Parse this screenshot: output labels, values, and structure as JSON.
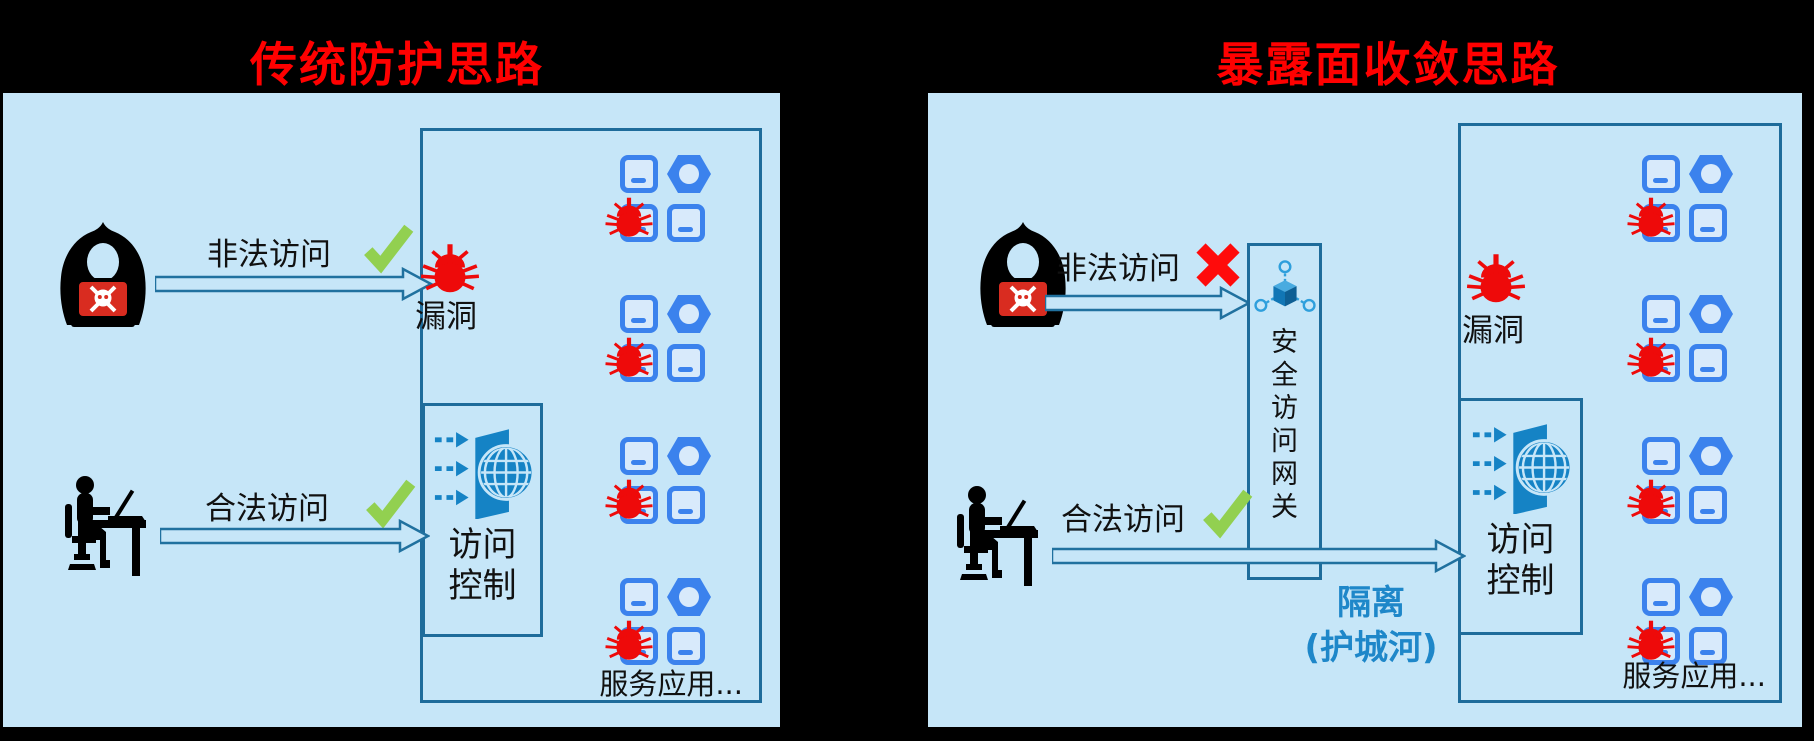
{
  "titles": {
    "left": "传统防护思路",
    "right": "暴露面收敛思路"
  },
  "left": {
    "illegal_label": "非法访问",
    "illegal_result": "allowed-check",
    "legal_label": "合法访问",
    "legal_result": "allowed-check",
    "vuln_label": "漏洞",
    "access_control": "访问控制",
    "services": "服务应用..."
  },
  "right": {
    "illegal_label": "非法访问",
    "illegal_result": "blocked-cross",
    "legal_label": "合法访问",
    "legal_result": "allowed-check",
    "vuln_label": "漏洞",
    "gateway": "安全访问网关",
    "access_control": "访问控制",
    "services": "服务应用...",
    "isolation": "隔离",
    "moat": "(护城河)"
  },
  "icons": {
    "hacker-icon": "hooded attacker with skull laptop ☠",
    "user-icon": "legitimate user at desk",
    "bug-icon": "vulnerability bug 🐞",
    "check-icon": "✓",
    "cross-icon": "✕",
    "app-icon": "application square",
    "service-hexagon-icon": "service hexagon",
    "access-control-icon": "globe behind door with incoming dashed arrows",
    "gateway-icon": "distributed cube with three nodes"
  },
  "colors": {
    "background": "#000000",
    "panel_bg": "#C6E6F8",
    "box_border": "#1E6C9B",
    "title_red": "#FF0000",
    "bug_red": "#EE0A0A",
    "check_green": "#92D050",
    "cross_red": "#FF0B0B",
    "icon_blue": "#3B82ED",
    "icon_fill": "#D8EAFB",
    "accent_blue": "#1583C5",
    "gateway_icon_blue": "#2E9FDC",
    "isolation_blue": "#1E87C9",
    "arrow_stroke": "#20719F"
  }
}
